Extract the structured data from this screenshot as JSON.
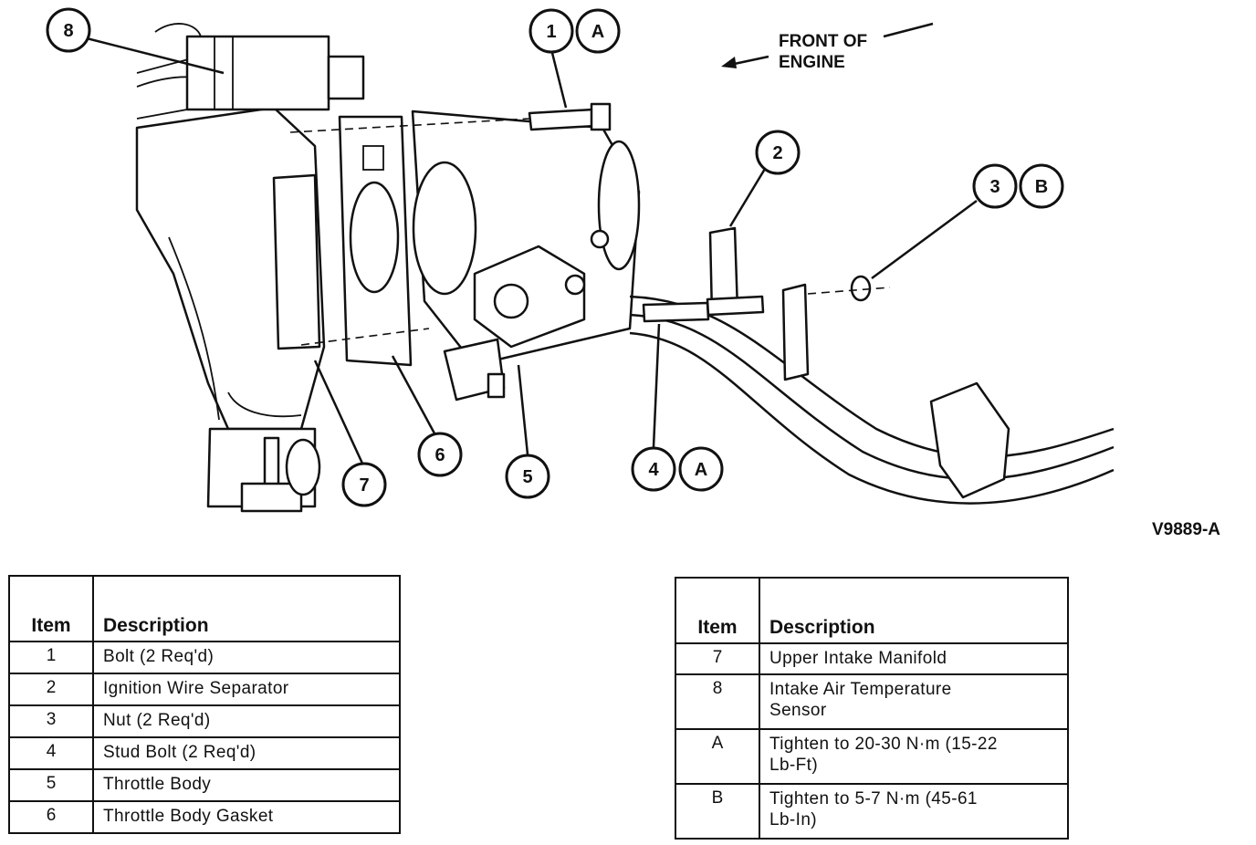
{
  "diagram": {
    "front_label_line1": "FRONT OF",
    "front_label_line2": "ENGINE",
    "figure_code": "V9889-A",
    "callouts": [
      {
        "id": "8"
      },
      {
        "id": "1"
      },
      {
        "id": "A"
      },
      {
        "id": "2"
      },
      {
        "id": "3"
      },
      {
        "id": "B"
      },
      {
        "id": "7"
      },
      {
        "id": "6"
      },
      {
        "id": "5"
      },
      {
        "id": "4"
      },
      {
        "id": "A"
      }
    ]
  },
  "tables": {
    "header_item": "Item",
    "header_description": "Description",
    "left_rows": [
      {
        "item": "1",
        "description": "Bolt (2 Req'd)"
      },
      {
        "item": "2",
        "description": "Ignition Wire Separator"
      },
      {
        "item": "3",
        "description": "Nut (2 Req'd)"
      },
      {
        "item": "4",
        "description": "Stud Bolt (2 Req'd)"
      },
      {
        "item": "5",
        "description": "Throttle Body"
      },
      {
        "item": "6",
        "description": "Throttle Body Gasket"
      }
    ],
    "right_rows": [
      {
        "item": "7",
        "description_line1": "Upper Intake Manifold",
        "description_line2": ""
      },
      {
        "item": "8",
        "description_line1": "Intake Air Temperature",
        "description_line2": "Sensor"
      },
      {
        "item": "A",
        "description_line1": "Tighten to 20-30 N·m (15-22",
        "description_line2": "Lb-Ft)"
      },
      {
        "item": "B",
        "description_line1": "Tighten to 5-7 N·m (45-61",
        "description_line2": "Lb-In)"
      }
    ]
  }
}
